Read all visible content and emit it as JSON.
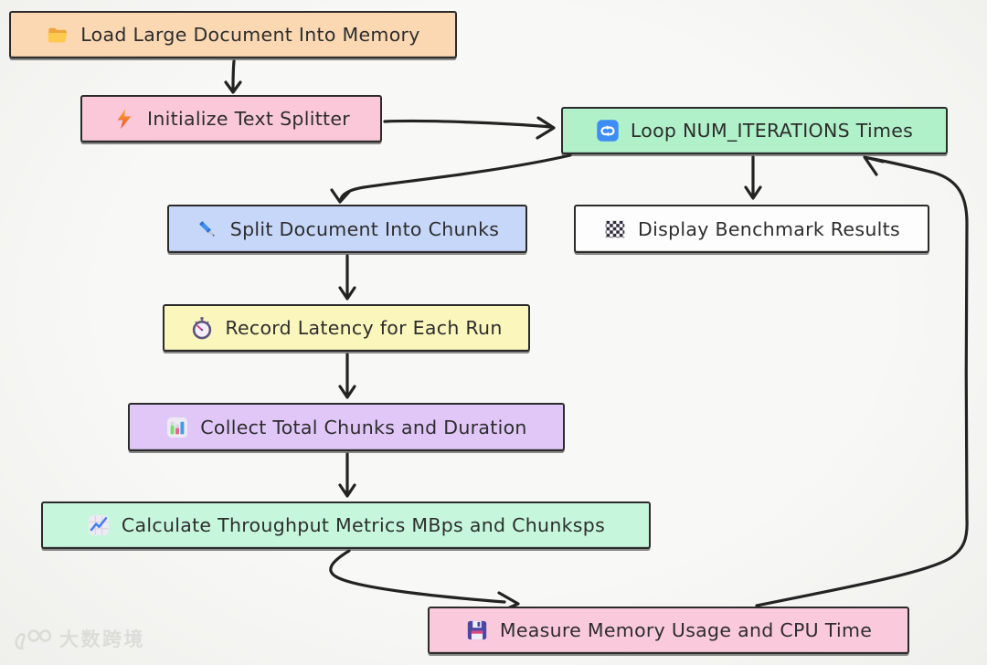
{
  "diagram": {
    "background_color": "#f6f6f4",
    "stroke_color": "#232323",
    "border_color": "#2b2b2b",
    "text_color": "#2d2d2d",
    "nodes": [
      {
        "id": "load",
        "label": "Load Large Document Into Memory",
        "icon": "open-folder-icon",
        "fill": "#fbd8b2"
      },
      {
        "id": "init",
        "label": "Initialize Text Splitter",
        "icon": "lightning-icon",
        "fill": "#fac8d9"
      },
      {
        "id": "loop",
        "label": "Loop NUM_ITERATIONS Times",
        "icon": "repeat-icon",
        "fill": "#b0f1c9"
      },
      {
        "id": "split",
        "label": "Split Document Into Chunks",
        "icon": "pen-icon",
        "fill": "#c7d7f9"
      },
      {
        "id": "display",
        "label": "Display Benchmark Results",
        "icon": "checkerboard-icon",
        "fill": "#fdfdfd"
      },
      {
        "id": "record",
        "label": "Record Latency for Each Run",
        "icon": "stopwatch-icon",
        "fill": "#faf6bc"
      },
      {
        "id": "collect",
        "label": "Collect Total Chunks and Duration",
        "icon": "bar-chart-icon",
        "fill": "#e0c7f8"
      },
      {
        "id": "calculate",
        "label": "Calculate Throughput Metrics MBps and Chunksps",
        "icon": "line-chart-icon",
        "fill": "#c6f7dd"
      },
      {
        "id": "measure",
        "label": "Measure Memory Usage and CPU Time",
        "icon": "floppy-disk-icon",
        "fill": "#fac9dc"
      }
    ],
    "edges": [
      {
        "from": "load",
        "to": "init"
      },
      {
        "from": "init",
        "to": "loop"
      },
      {
        "from": "loop",
        "to": "split"
      },
      {
        "from": "loop",
        "to": "display"
      },
      {
        "from": "split",
        "to": "record"
      },
      {
        "from": "record",
        "to": "collect"
      },
      {
        "from": "collect",
        "to": "calculate"
      },
      {
        "from": "calculate",
        "to": "measure"
      },
      {
        "from": "measure",
        "to": "loop"
      }
    ],
    "watermark": {
      "logo": "100",
      "text": "大数跨境"
    }
  }
}
